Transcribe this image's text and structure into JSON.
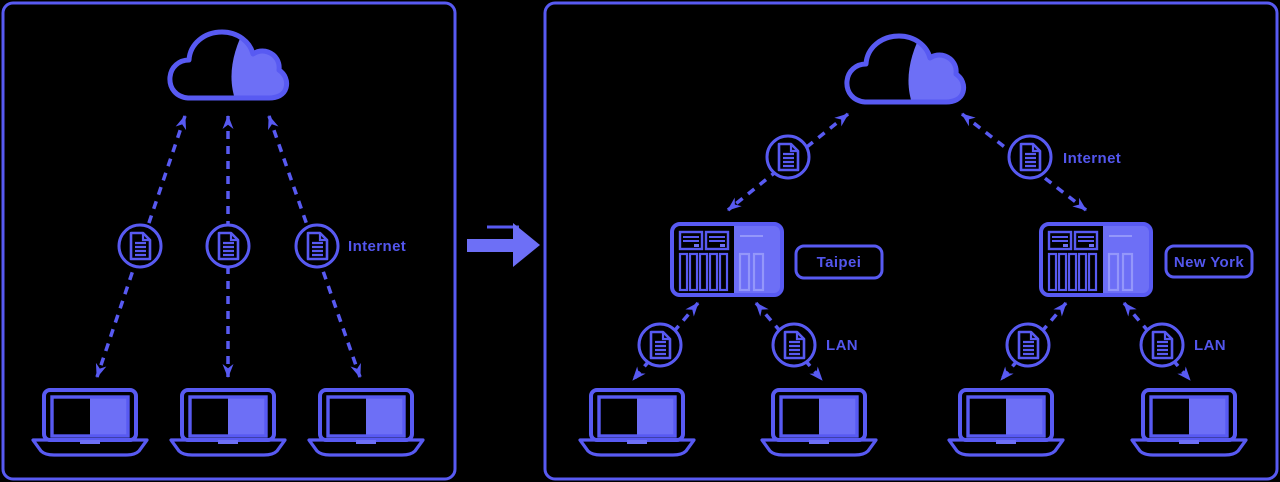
{
  "colors": {
    "background": "#000000",
    "outline": "#585af2",
    "fill": "#6d6ff6",
    "text": "#5356ee",
    "ghost": "#9497fa"
  },
  "left_panel": {
    "internet_label": "Internet"
  },
  "right_panel": {
    "internet_label": "Internet",
    "sites": [
      {
        "name": "Taipei",
        "lan_label": "LAN"
      },
      {
        "name": "New York",
        "lan_label": "LAN"
      }
    ]
  },
  "icons": {
    "cloud": "cloud-icon",
    "document_sync": "document-sync-icon",
    "laptop": "laptop-icon",
    "nas": "nas-icon",
    "transform_arrow": "arrow-right-icon"
  }
}
